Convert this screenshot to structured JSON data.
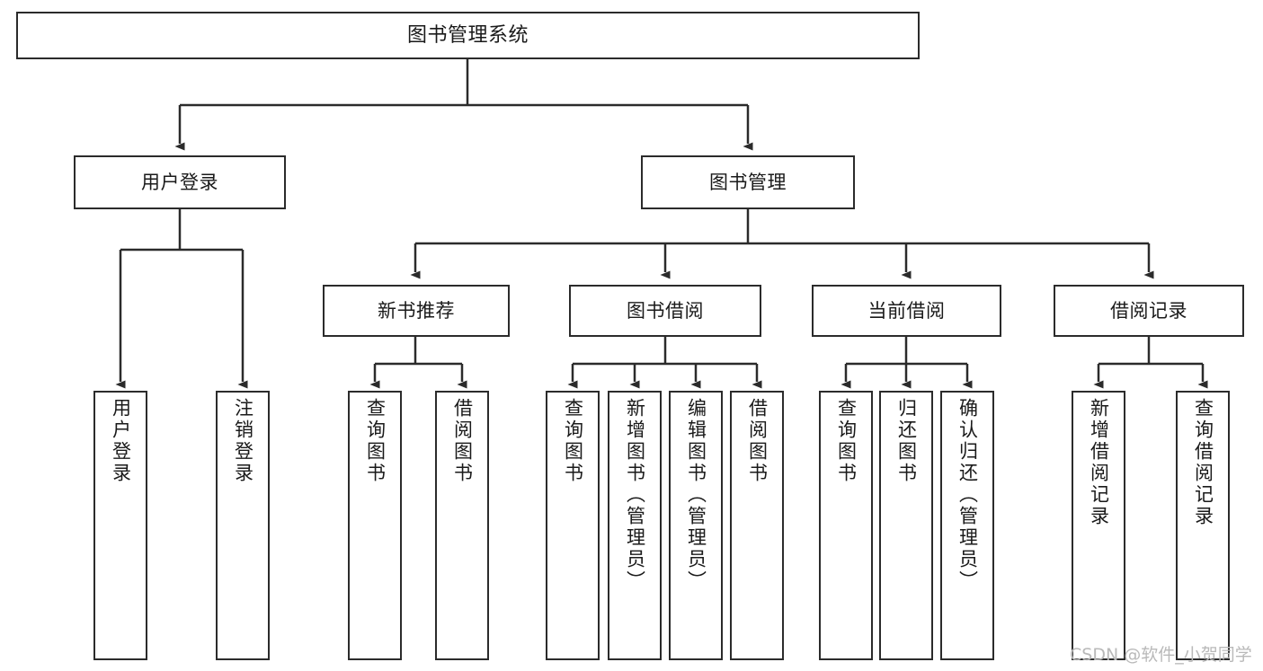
{
  "diagram": {
    "title": "图书管理系统",
    "type": "功能结构图",
    "watermark": "CSDN @软件_小贺同学",
    "colors": {
      "stroke": "#2b2b2b",
      "fill": "#ffffff",
      "text": "#1a1a1a",
      "watermark": "#b9b9b9"
    }
  },
  "nodes": {
    "root": {
      "label": "图书管理系统"
    },
    "level2": [
      {
        "id": "user-login",
        "label": "用户登录"
      },
      {
        "id": "book-admin",
        "label": "图书管理"
      }
    ],
    "level3": [
      {
        "id": "new-book-recommend",
        "label": "新书推荐"
      },
      {
        "id": "book-borrow",
        "label": "图书借阅"
      },
      {
        "id": "current-borrow",
        "label": "当前借阅"
      },
      {
        "id": "borrow-record",
        "label": "借阅记录"
      }
    ],
    "leaves": {
      "user-login": [
        {
          "id": "leaf-user-login",
          "label": "用户登录"
        },
        {
          "id": "leaf-user-logout",
          "label": "注销登录"
        }
      ],
      "new-book-recommend": [
        {
          "id": "leaf-query-book-1",
          "label": "查询图书"
        },
        {
          "id": "leaf-borrow-book-1",
          "label": "借阅图书"
        }
      ],
      "book-borrow": [
        {
          "id": "leaf-query-book-2",
          "label": "查询图书"
        },
        {
          "id": "leaf-add-book",
          "label": "新增图书（管理员）"
        },
        {
          "id": "leaf-edit-book",
          "label": "编辑图书（管理员）"
        },
        {
          "id": "leaf-borrow-book-2",
          "label": "借阅图书"
        }
      ],
      "current-borrow": [
        {
          "id": "leaf-query-book-3",
          "label": "查询图书"
        },
        {
          "id": "leaf-return-book",
          "label": "归还图书"
        },
        {
          "id": "leaf-confirm-return",
          "label": "确认归还（管理员）"
        }
      ],
      "borrow-record": [
        {
          "id": "leaf-add-record",
          "label": "新增借阅记录"
        },
        {
          "id": "leaf-query-record",
          "label": "查询借阅记录"
        }
      ]
    }
  },
  "chart_data": {
    "type": "tree-diagram",
    "title": "图书管理系统",
    "root": "图书管理系统",
    "edges": [
      [
        "图书管理系统",
        "用户登录"
      ],
      [
        "图书管理系统",
        "图书管理"
      ],
      [
        "用户登录",
        "用户登录"
      ],
      [
        "用户登录",
        "注销登录"
      ],
      [
        "图书管理",
        "新书推荐"
      ],
      [
        "图书管理",
        "图书借阅"
      ],
      [
        "图书管理",
        "当前借阅"
      ],
      [
        "图书管理",
        "借阅记录"
      ],
      [
        "新书推荐",
        "查询图书"
      ],
      [
        "新书推荐",
        "借阅图书"
      ],
      [
        "图书借阅",
        "查询图书"
      ],
      [
        "图书借阅",
        "新增图书（管理员）"
      ],
      [
        "图书借阅",
        "编辑图书（管理员）"
      ],
      [
        "图书借阅",
        "借阅图书"
      ],
      [
        "当前借阅",
        "查询图书"
      ],
      [
        "当前借阅",
        "归还图书"
      ],
      [
        "当前借阅",
        "确认归还（管理员）"
      ],
      [
        "借阅记录",
        "新增借阅记录"
      ],
      [
        "借阅记录",
        "查询借阅记录"
      ]
    ],
    "levels": 4,
    "orientation": "top-down"
  }
}
